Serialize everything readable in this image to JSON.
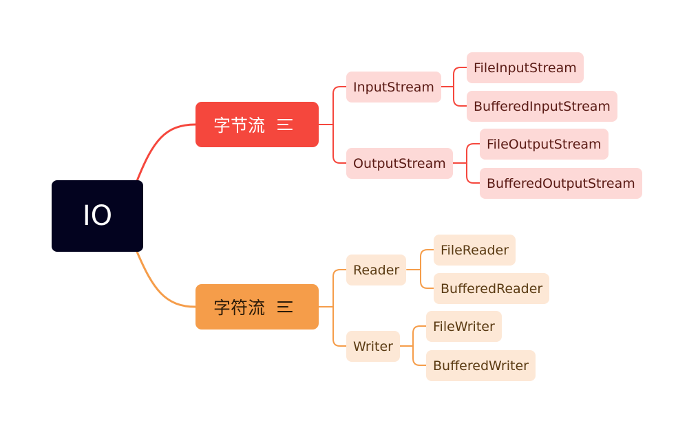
{
  "colors": {
    "root_bg": "#03031f",
    "byte_branch": "#f5473d",
    "byte_leaf_bg": "#fdd9d7",
    "char_branch": "#f59d4a",
    "char_leaf_bg": "#fde8d6"
  },
  "root": {
    "label": "IO"
  },
  "byte_stream": {
    "label": "字节流",
    "icon": "notes-lines-icon",
    "input": {
      "label": "InputStream",
      "children": [
        "FileInputStream",
        "BufferedInputStream"
      ]
    },
    "output": {
      "label": "OutputStream",
      "children": [
        "FileOutputStream",
        "BufferedOutputStream"
      ]
    }
  },
  "char_stream": {
    "label": "字符流",
    "icon": "notes-lines-icon",
    "reader": {
      "label": "Reader",
      "children": [
        "FileReader",
        "BufferedReader"
      ]
    },
    "writer": {
      "label": "Writer",
      "children": [
        "FileWriter",
        "BufferedWriter"
      ]
    }
  }
}
